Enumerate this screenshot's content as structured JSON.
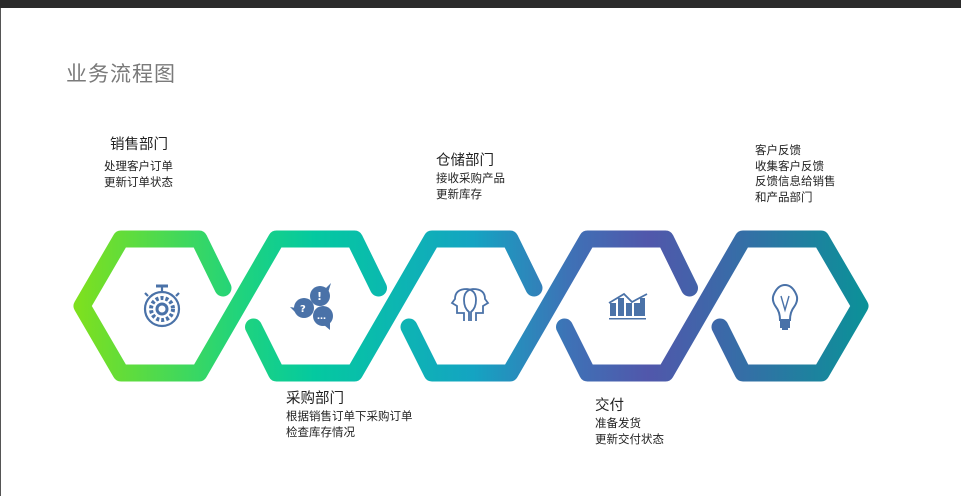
{
  "title": "业务流程图",
  "steps": [
    {
      "name": "销售部门",
      "lines": [
        "处理客户订单",
        "更新订单状态"
      ],
      "icon": "stopwatch-gear-icon"
    },
    {
      "name": "采购部门",
      "lines": [
        "根据销售订单下采购订单",
        "检查库存情况"
      ],
      "icon": "speech-bubbles-icon"
    },
    {
      "name": "仓储部门",
      "lines": [
        "接收采购产品",
        "更新库存"
      ],
      "icon": "two-heads-icon"
    },
    {
      "name": "交付",
      "lines": [
        "准备发货",
        "更新交付状态"
      ],
      "icon": "bar-chart-trend-icon"
    },
    {
      "name": "客户反馈",
      "lines": [
        "收集客户反馈",
        "反馈信息给销售",
        "和产品部门"
      ],
      "icon": "lightbulb-icon"
    }
  ],
  "colors": {
    "green": "#7ee01e",
    "teal": "#04c9a0",
    "blue": "#12a6c0",
    "purple": "#5157ab",
    "icon": "#4a72a8"
  }
}
